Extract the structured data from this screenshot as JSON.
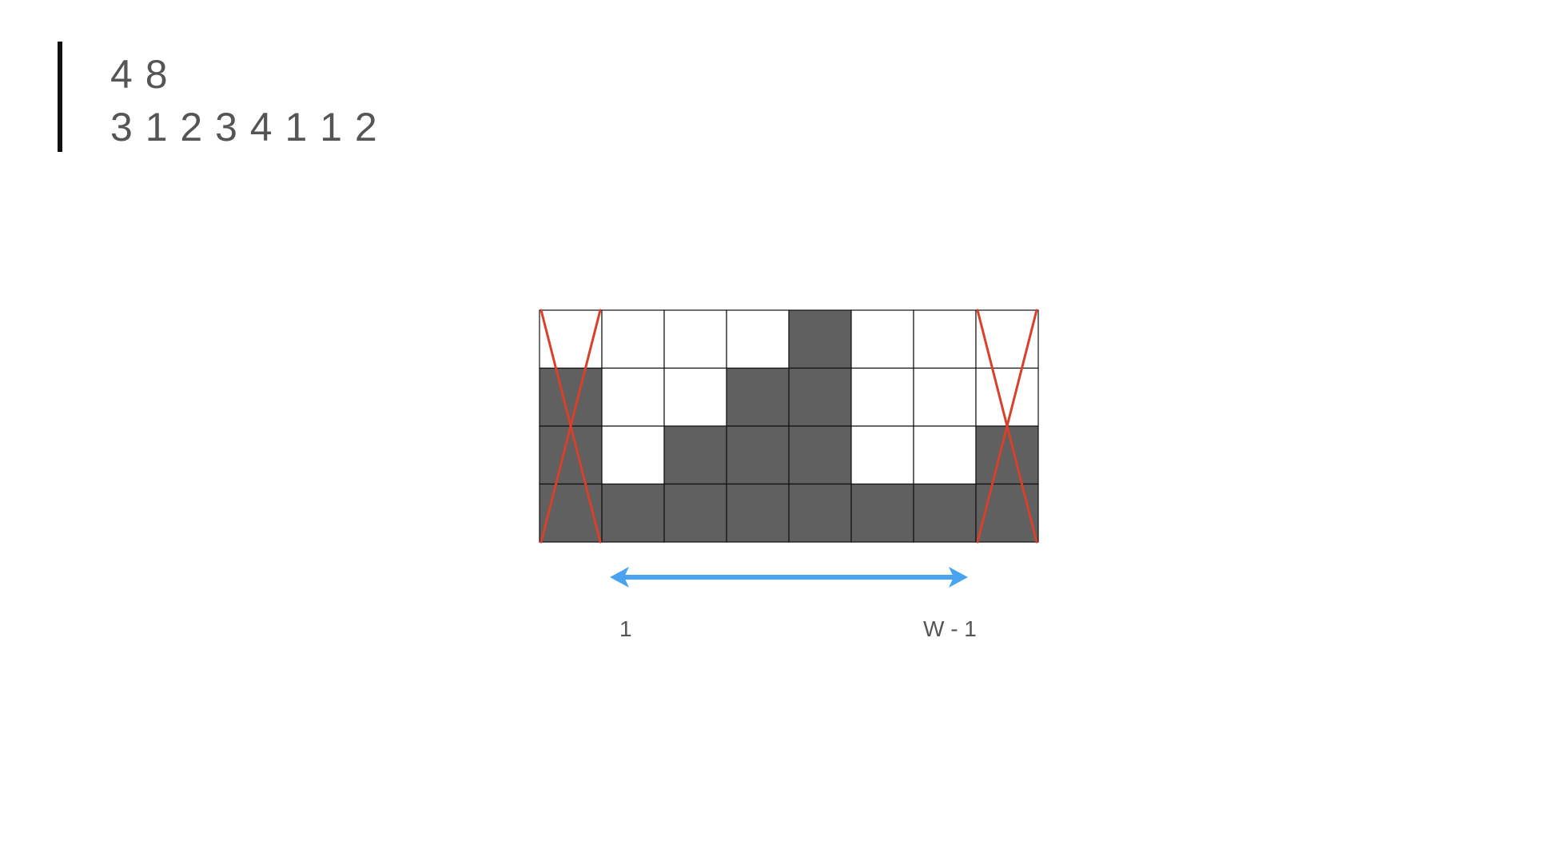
{
  "input": {
    "line1": "4 8",
    "line2": "3 1 2 3 4 1 1 2"
  },
  "grid": {
    "rows": 4,
    "cols": 8,
    "heights": [
      3,
      1,
      2,
      3,
      4,
      1,
      1,
      2
    ],
    "excluded_columns": [
      0,
      7
    ]
  },
  "range": {
    "start_label": "1",
    "end_label": "W - 1"
  },
  "colors": {
    "filled": "#606060",
    "empty": "#ffffff",
    "grid_line": "#111111",
    "cross": "#d9402a",
    "arrow": "#4aa3f0",
    "text": "#555555"
  }
}
